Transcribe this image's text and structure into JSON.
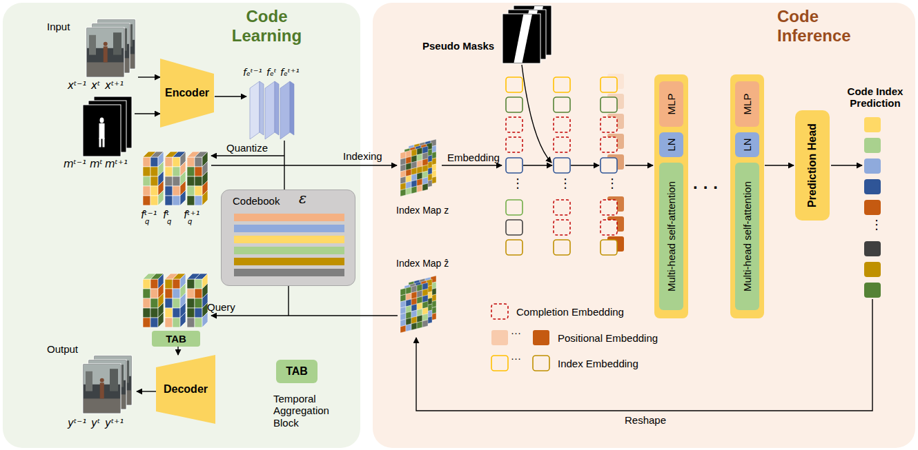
{
  "diagram": {
    "nodes": [
      {
        "text": [
          "Code Learning"
        ]
      },
      {
        "text": [
          "Code Inference"
        ]
      },
      {
        "text": [
          "Encoder"
        ],
        "in": 0
      },
      {
        "text": [
          "Codebook",
          "ε"
        ],
        "in": 0
      },
      {
        "text": [
          "TAB"
        ],
        "in": 0
      },
      {
        "text": [
          "Decoder"
        ],
        "in": 0
      },
      {
        "text": [
          "TAB",
          "Temporal Aggregation Block"
        ],
        "in": 0
      },
      {
        "text": [
          "MLP"
        ],
        "in": 1
      },
      {
        "text": [
          "LN"
        ],
        "in": 1
      },
      {
        "text": [
          "Multi-head self-attention"
        ],
        "in": 1
      },
      {
        "text": [
          "MLP"
        ],
        "in": 1
      },
      {
        "text": [
          "LN"
        ],
        "in": 1
      },
      {
        "text": [
          "Multi-head self-attention"
        ],
        "in": 1
      },
      {
        "text": [
          "Prediction Head"
        ],
        "in": 1
      }
    ],
    "edges": [
      {
        "from": 4,
        "to": 5,
        "arrow": "to"
      }
    ],
    "labels": [
      "Input",
      "xᵗ⁻¹",
      "xᵗ",
      "xᵗ⁺¹",
      "mᵗ⁻¹",
      "mᵗ",
      "mᵗ⁺¹",
      "fₑᵗ⁻¹",
      "fₑᵗ",
      "fₑᵗ⁺¹",
      "Quantize",
      "fᵗ⁻¹",
      "q",
      "fᵗ",
      "q",
      "fᵗ⁺¹",
      "q",
      "Indexing",
      "Query",
      "Output",
      "yᵗ⁻¹",
      "yᵗ",
      "yᵗ⁺¹",
      "Pseudo Masks",
      "Embedding",
      "Index Map z",
      "Index Map ẑ",
      "⋮",
      "⋮",
      "⋮",
      "· · ·",
      "Code Index Prediction",
      "⋮",
      "Reshape",
      "···",
      "···"
    ],
    "legend": [
      {
        "text": "Completion Embedding"
      },
      {
        "text": "Positional Embedding"
      },
      {
        "text": "Index Embedding"
      }
    ]
  }
}
